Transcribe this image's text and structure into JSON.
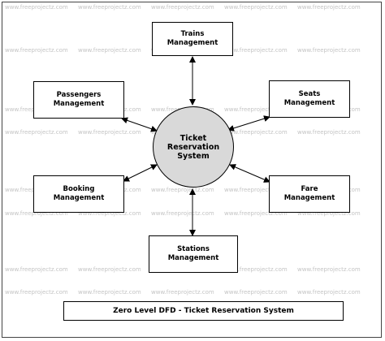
{
  "watermark": "www.freeprojectz.com",
  "center_process": "Ticket\nReservation\nSystem",
  "entities": {
    "trains": "Trains\nManagement",
    "passengers": "Passengers\nManagement",
    "seats": "Seats\nManagement",
    "booking": "Booking\nManagement",
    "fare": "Fare\nManagement",
    "stations": "Stations\nManagement"
  },
  "caption": "Zero Level DFD - Ticket Reservation System",
  "colors": {
    "process_fill": "#d9d9d9",
    "line": "#000000",
    "watermark": "#c4c4c4"
  }
}
